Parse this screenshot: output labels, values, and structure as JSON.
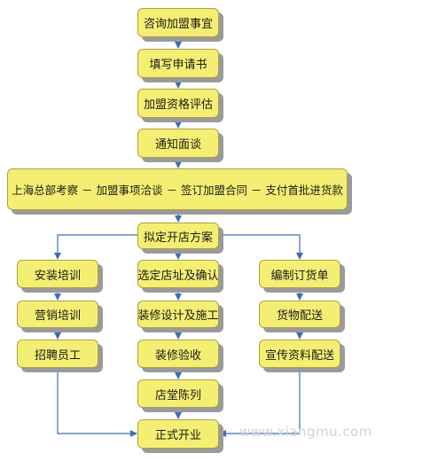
{
  "colors": {
    "box_fill": "#f4ef73",
    "box_border": "#a9a24a",
    "arrow": "#3d6fb0",
    "shadow": "#9a9a9a"
  },
  "steps": {
    "consult": "咨询加盟事宜",
    "apply": "填写申请书",
    "evaluate": "加盟资格评估",
    "interview": "通知面谈",
    "hq": "上海总部考察 － 加盟事项洽谈 － 签订加盟合同 － 支付首批进货款",
    "plan": "拟定开店方案",
    "left": [
      "安装培训",
      "营销培训",
      "招聘员工"
    ],
    "middle": [
      "选定店址及确认",
      "装修设计及施工",
      "装修验收",
      "店堂陈列"
    ],
    "right": [
      "编制订货单",
      "货物配送",
      "宣传资料配送"
    ],
    "open": "正式开业"
  },
  "watermark": "www.xiangmu.com"
}
